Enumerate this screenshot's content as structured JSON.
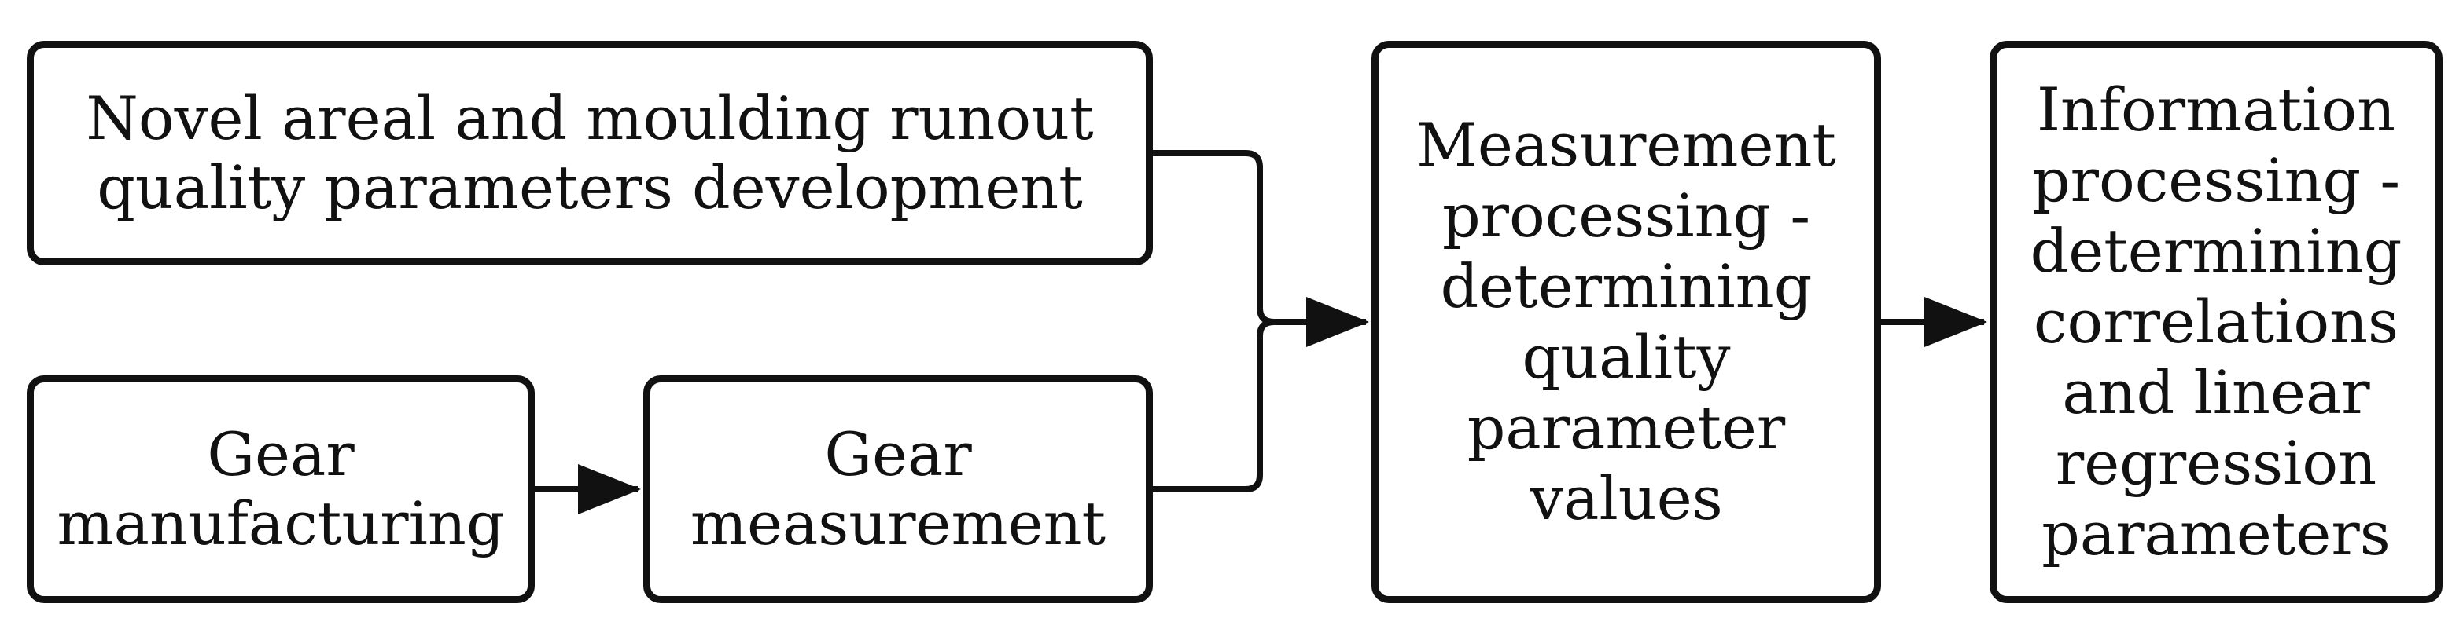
{
  "diagram": {
    "boxes": {
      "novel": {
        "lines": [
          "Novel areal and moulding runout",
          "quality parameters development"
        ]
      },
      "manufacturing": {
        "lines": [
          "Gear",
          "manufacturing"
        ]
      },
      "measurement": {
        "lines": [
          "Gear",
          "measurement"
        ]
      },
      "measurement_processing": {
        "lines": [
          "Measurement",
          "processing -",
          "determining",
          "quality",
          "parameter",
          "values"
        ]
      },
      "information_processing": {
        "lines": [
          "Information",
          "processing -",
          "determining",
          "correlations",
          "and linear",
          "regression",
          "parameters"
        ]
      }
    },
    "colors": {
      "stroke": "#111111",
      "background": "#ffffff"
    }
  }
}
